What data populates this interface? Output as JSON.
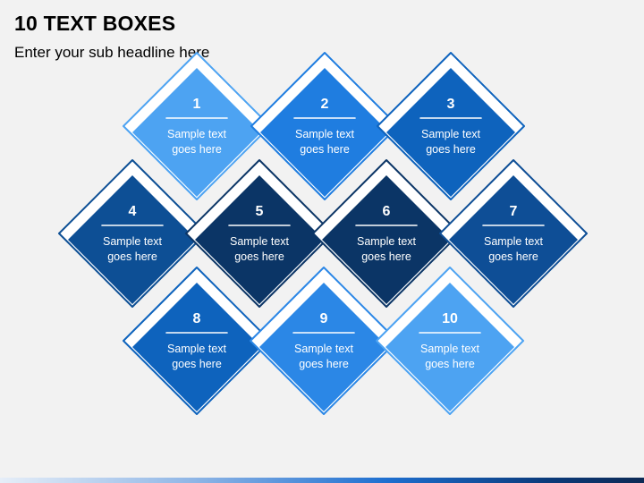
{
  "header": {
    "title": "10 TEXT BOXES",
    "subtitle": "Enter your sub headline here"
  },
  "boxes": [
    {
      "number": "1",
      "line1": "Sample text",
      "line2": "goes here",
      "color": "#4da3f2"
    },
    {
      "number": "2",
      "line1": "Sample text",
      "line2": "goes here",
      "color": "#1f7de0"
    },
    {
      "number": "3",
      "line1": "Sample text",
      "line2": "goes here",
      "color": "#0e63bd"
    },
    {
      "number": "4",
      "line1": "Sample text",
      "line2": "goes here",
      "color": "#0d4f95"
    },
    {
      "number": "5",
      "line1": "Sample text",
      "line2": "goes here",
      "color": "#0b3566"
    },
    {
      "number": "6",
      "line1": "Sample text",
      "line2": "goes here",
      "color": "#0b3566"
    },
    {
      "number": "7",
      "line1": "Sample text",
      "line2": "goes here",
      "color": "#0e4e96"
    },
    {
      "number": "8",
      "line1": "Sample text",
      "line2": "goes here",
      "color": "#0e63bd"
    },
    {
      "number": "9",
      "line1": "Sample text",
      "line2": "goes here",
      "color": "#2b87e6"
    },
    {
      "number": "10",
      "line1": "Sample text",
      "line2": "goes here",
      "color": "#4da3f2"
    }
  ]
}
